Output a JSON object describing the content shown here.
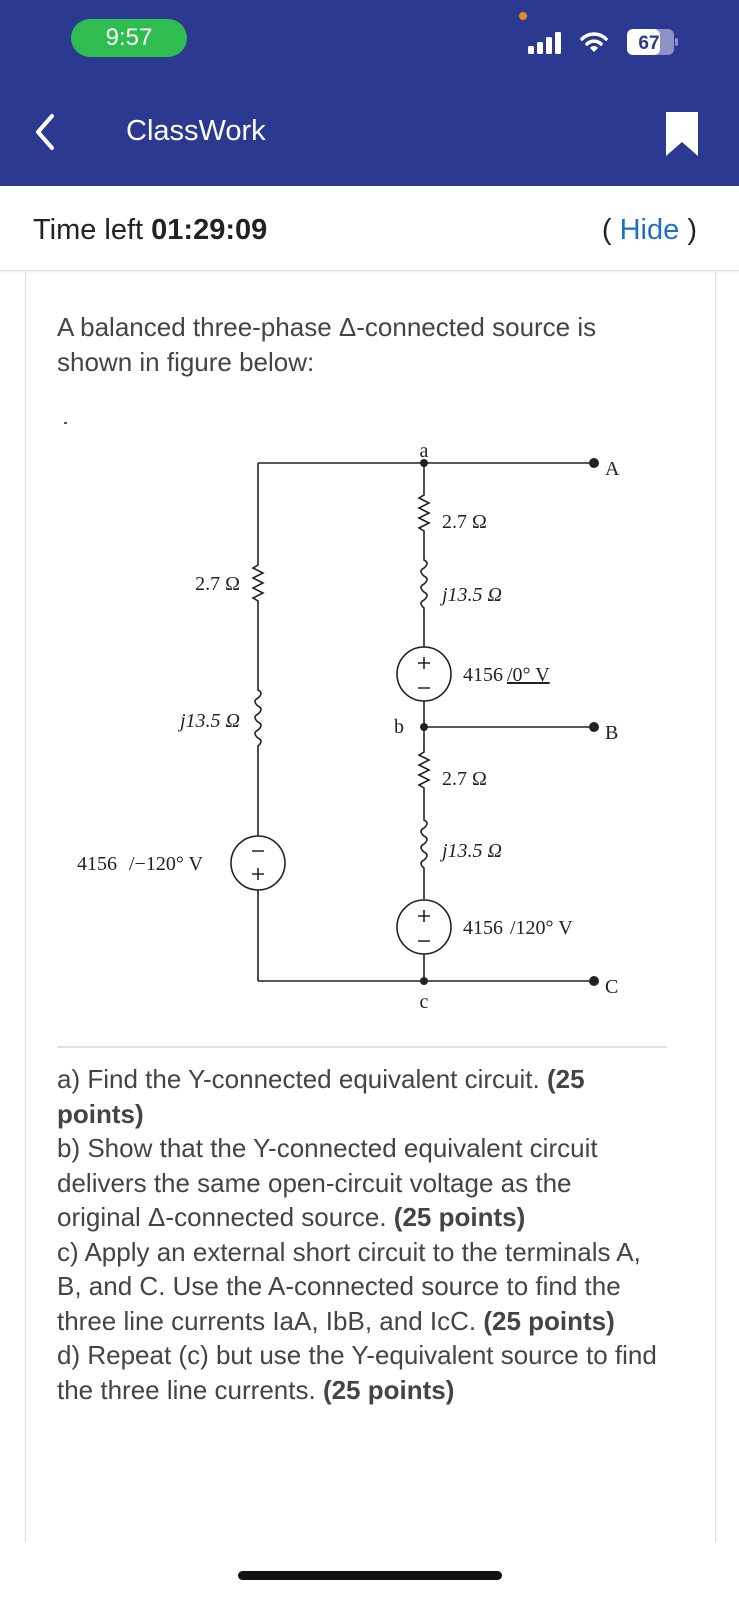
{
  "status_bar": {
    "time": "9:57",
    "battery": "67",
    "signal_icon": "signal-icon",
    "wifi_icon": "wifi-icon"
  },
  "header": {
    "title": "ClassWork",
    "back_icon": "chevron-left-icon",
    "bookmark_icon": "bookmark-icon"
  },
  "timer": {
    "label": "Time left",
    "value": "01:29:09",
    "hide_open": "(",
    "hide_label": "Hide",
    "hide_close": ")"
  },
  "question": {
    "intro": "A balanced three-phase Δ-connected source is shown in figure below:",
    "parts": [
      {
        "text": "a) Find the Y-connected equivalent circuit.",
        "points": "(25 points)"
      },
      {
        "text": "b) Show that the Y-connected equivalent circuit delivers the same open-circuit voltage as the original Δ-connected source.",
        "points": "(25 points)"
      },
      {
        "text": "c) Apply an external short circuit to the terminals A, B, and C. Use the A-connected source to find the three line currents IaA, IbB, and IcC.",
        "points": "(25 points)"
      },
      {
        "text": "d) Repeat (c) but use the Y-equivalent source to find the three line currents.",
        "points": "(25 points)"
      }
    ]
  },
  "circuit": {
    "nodes": {
      "a": "a",
      "b": "b",
      "c": "c"
    },
    "terminals": {
      "A": "A",
      "B": "B",
      "C": "C"
    },
    "ab_branch": {
      "r": "2.7 Ω",
      "x": "j13.5 Ω",
      "v_mag": "4156",
      "v_ang": "/0° V"
    },
    "bc_branch": {
      "r": "2.7 Ω",
      "x": "j13.5 Ω",
      "v_mag": "4156",
      "v_ang": "/120° V"
    },
    "ca_branch": {
      "r": "2.7 Ω",
      "x": "j13.5 Ω",
      "v_mag": "4156",
      "v_ang": "/−120° V"
    }
  },
  "colors": {
    "header": "#2b3990",
    "time_pill": "#2fbd52",
    "link": "#1f6fc5"
  }
}
